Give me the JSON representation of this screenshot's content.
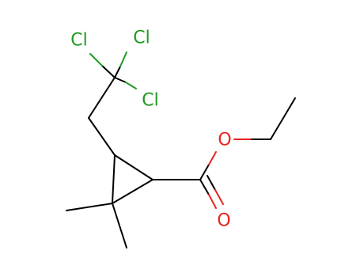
{
  "atoms": {
    "chlorine_1": "Cl",
    "chlorine_2": "Cl",
    "chlorine_3": "Cl",
    "ester_oxygen": "O",
    "carbonyl_oxygen": "O"
  },
  "colors": {
    "chlorine": "#1f9a1f",
    "oxygen": "#e8231f",
    "bond": "#000000",
    "background": "#ffffff"
  }
}
